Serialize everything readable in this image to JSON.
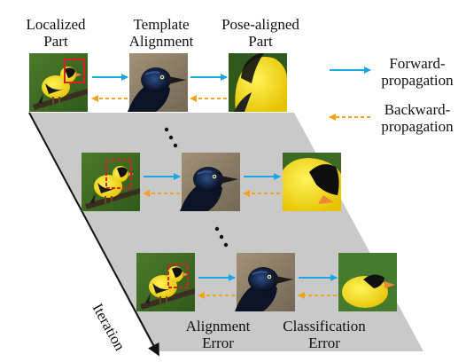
{
  "header_labels": {
    "localized": [
      "Localized",
      "Part"
    ],
    "template": [
      "Template",
      "Alignment"
    ],
    "pose": [
      "Pose-aligned",
      "Part"
    ]
  },
  "legend": {
    "forward": [
      "Forward-",
      "propagation"
    ],
    "backward": [
      "Backward-",
      "propagation"
    ]
  },
  "bottom_labels": {
    "alignment_error": [
      "Alignment",
      "Error"
    ],
    "classification_error": [
      "Classification",
      "Error"
    ]
  },
  "axis_label": "Iteration",
  "colors": {
    "forward": "#1aa7e6",
    "backward": "#f5a21b",
    "panel": "#c9c9c9",
    "localization_box": "#d82020",
    "axis": "#111111"
  },
  "icons": {
    "bird_goldfinch": "yellow-black bird photo",
    "bird_grackle": "blue-black bird photo"
  }
}
